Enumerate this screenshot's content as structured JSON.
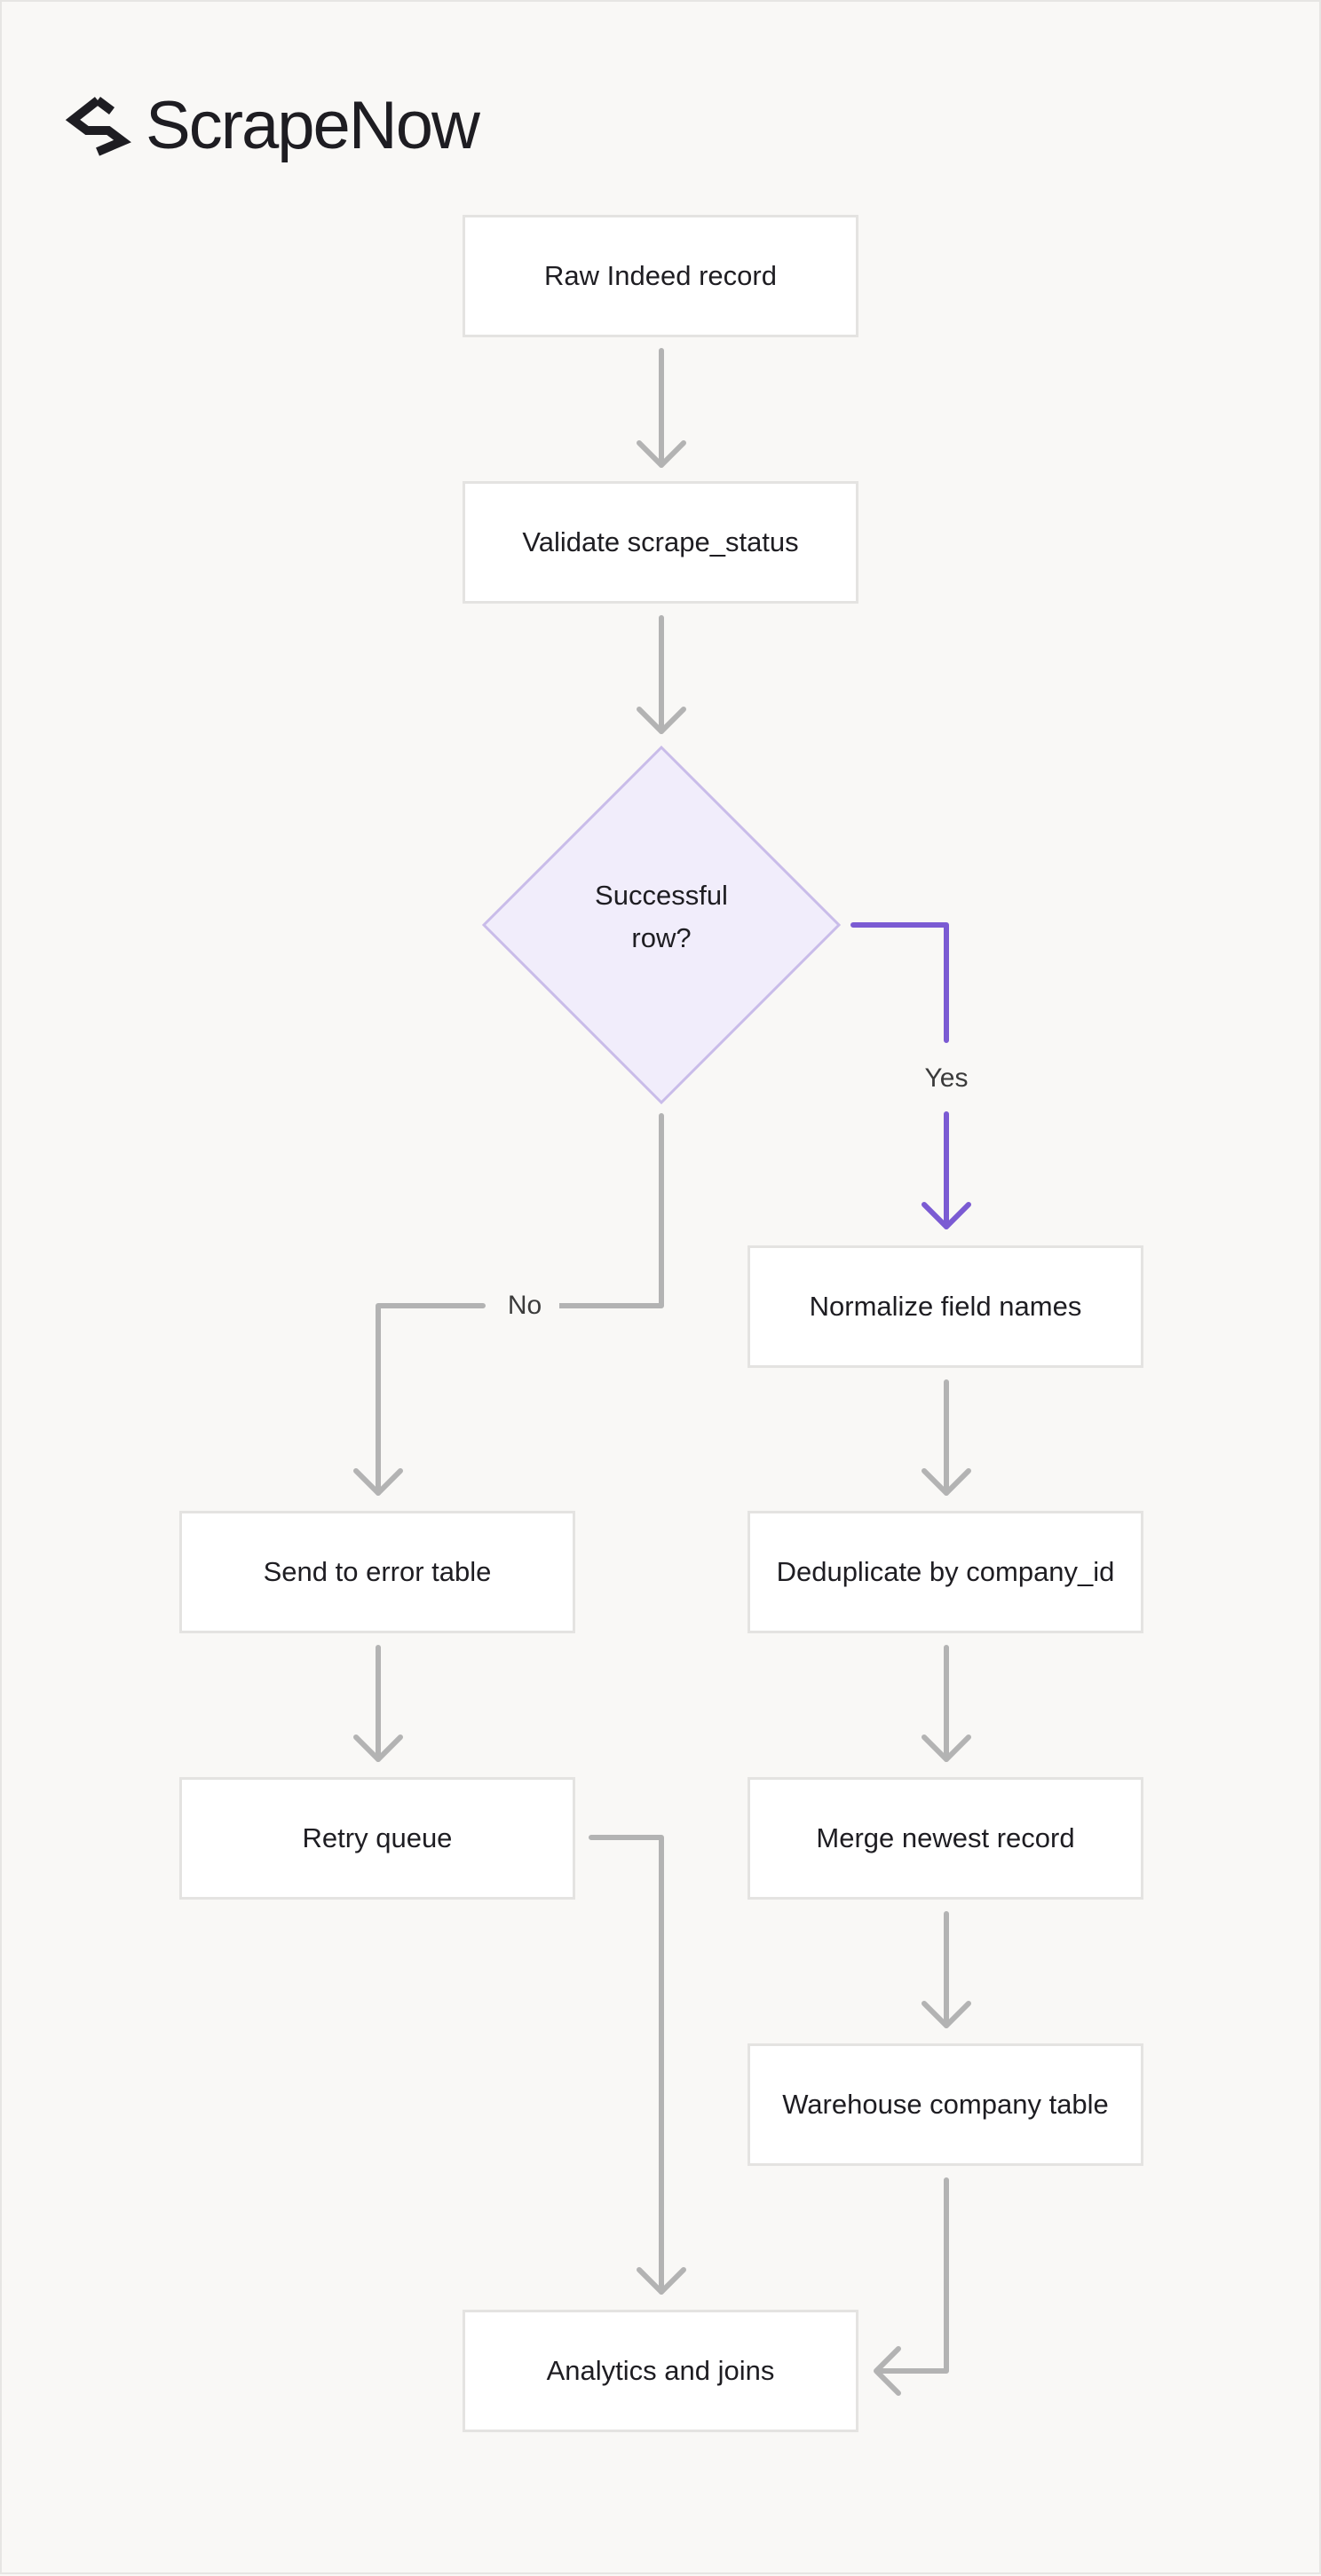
{
  "brand": {
    "name": "ScrapeNow",
    "icon": "scrapenow-logo-icon"
  },
  "colors": {
    "edge": "#b3b3b3",
    "highlight": "#7b5bd3",
    "decision_fill": "#f1edfb",
    "decision_stroke": "#c9bce9"
  },
  "nodes": {
    "raw": "Raw Indeed record",
    "validate": "Validate scrape_status",
    "decision": "Successful row?",
    "normalize": "Normalize field names",
    "error_table": "Send to error table",
    "dedupe": "Deduplicate by company_id",
    "retry": "Retry queue",
    "merge": "Merge newest record",
    "warehouse": "Warehouse company table",
    "analytics": "Analytics and joins"
  },
  "edges": {
    "yes_label": "Yes",
    "no_label": "No"
  }
}
